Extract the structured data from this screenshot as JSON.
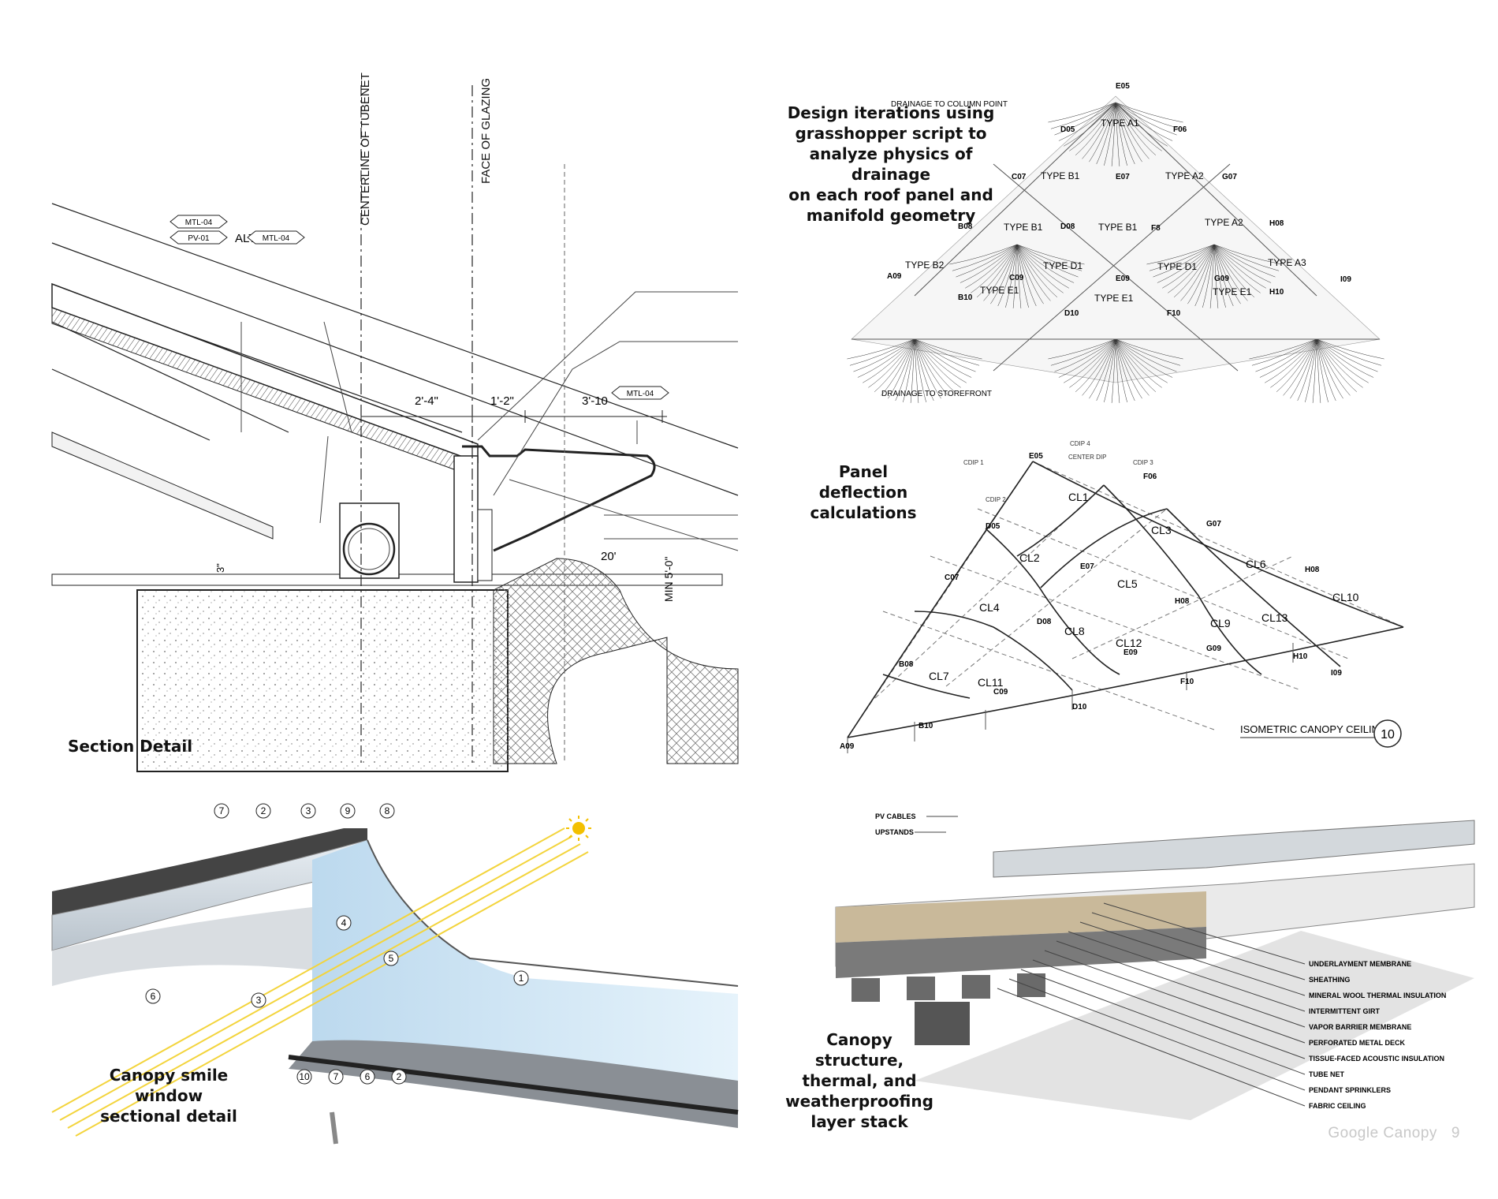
{
  "section_detail": {
    "caption": "Section Detail",
    "vertical_labels": [
      "CENTERLINE OF TUBENET",
      "FACE OF GLAZING"
    ],
    "tags": [
      "MTL-04",
      "PV-01",
      "MTL-04",
      "MTL-04"
    ],
    "alt_label": "ALT",
    "dimensions": [
      "2'-4\"",
      "1'-2\"",
      "3'-10"
    ],
    "small_dims": [
      "3\"",
      "20'"
    ],
    "min_label": "MIN 5'-0\""
  },
  "iterations": {
    "caption_lines": [
      "Design iterations using",
      "grasshopper script to",
      "analyze physics of drainage",
      "on each roof panel and",
      "manifold geometry"
    ],
    "note_top": "DRAINAGE TO COLUMN POINT",
    "note_bottom": "DRAINAGE TO STOREFRONT",
    "nodes": [
      "E05",
      "D05",
      "F06",
      "C07",
      "E07",
      "G07",
      "B08",
      "D08",
      "F8",
      "H08",
      "A09",
      "C09",
      "E09",
      "G09",
      "I09",
      "B10",
      "D10",
      "F10",
      "H10"
    ],
    "types": [
      "TYPE A1",
      "TYPE B1",
      "TYPE A2",
      "TYPE B1",
      "TYPE B1",
      "TYPE A2",
      "TYPE B2",
      "TYPE D1",
      "TYPE D1",
      "TYPE A3",
      "TYPE E1",
      "TYPE E1",
      "TYPE E1"
    ]
  },
  "deflection": {
    "caption_lines": [
      "Panel",
      "deflection",
      "calculations"
    ],
    "cdip_labels": [
      "CDIP 4",
      "CENTER DIP",
      "CDIP 1",
      "CDIP 3",
      "CDIP 2"
    ],
    "cl_labels": [
      "CL1",
      "CL2",
      "CL3",
      "CL4",
      "CL5",
      "CL6",
      "CL7",
      "CL8",
      "CL9",
      "CL10",
      "CL11",
      "CL12",
      "CL13"
    ],
    "nodes": [
      "E05",
      "D05",
      "F06",
      "G07",
      "E07",
      "C07",
      "H08",
      "D08",
      "H08",
      "G09",
      "I09",
      "B08",
      "E09",
      "H10",
      "F10",
      "C09",
      "D10",
      "B10",
      "A09"
    ],
    "title": "ISOMETRIC CANOPY CEILING",
    "number": "10"
  },
  "smile_window": {
    "caption_lines": [
      "Canopy smile window",
      "sectional detail"
    ],
    "callouts_top": [
      "7",
      "2",
      "3",
      "9",
      "8"
    ],
    "callouts_inner": [
      "4",
      "5",
      "1",
      "6",
      "3"
    ],
    "callouts_bottom": [
      "10",
      "7",
      "6",
      "2"
    ]
  },
  "layer_stack": {
    "caption_lines": [
      "Canopy structure,",
      "thermal, and",
      "weatherproofing",
      "layer stack"
    ],
    "top_labels": [
      "PV CABLES",
      "UPSTANDS"
    ],
    "layers": [
      "UNDERLAYMENT MEMBRANE",
      "SHEATHING",
      "MINERAL WOOL THERMAL INSULATION",
      "INTERMITTENT GIRT",
      "VAPOR BARRIER MEMBRANE",
      "PERFORATED METAL DECK",
      "TISSUE-FACED ACOUSTIC INSULATION",
      "TUBE NET",
      "PENDANT SPRINKLERS",
      "FABRIC CEILING"
    ]
  },
  "footer": {
    "title": "Google Canopy",
    "page": "9"
  }
}
